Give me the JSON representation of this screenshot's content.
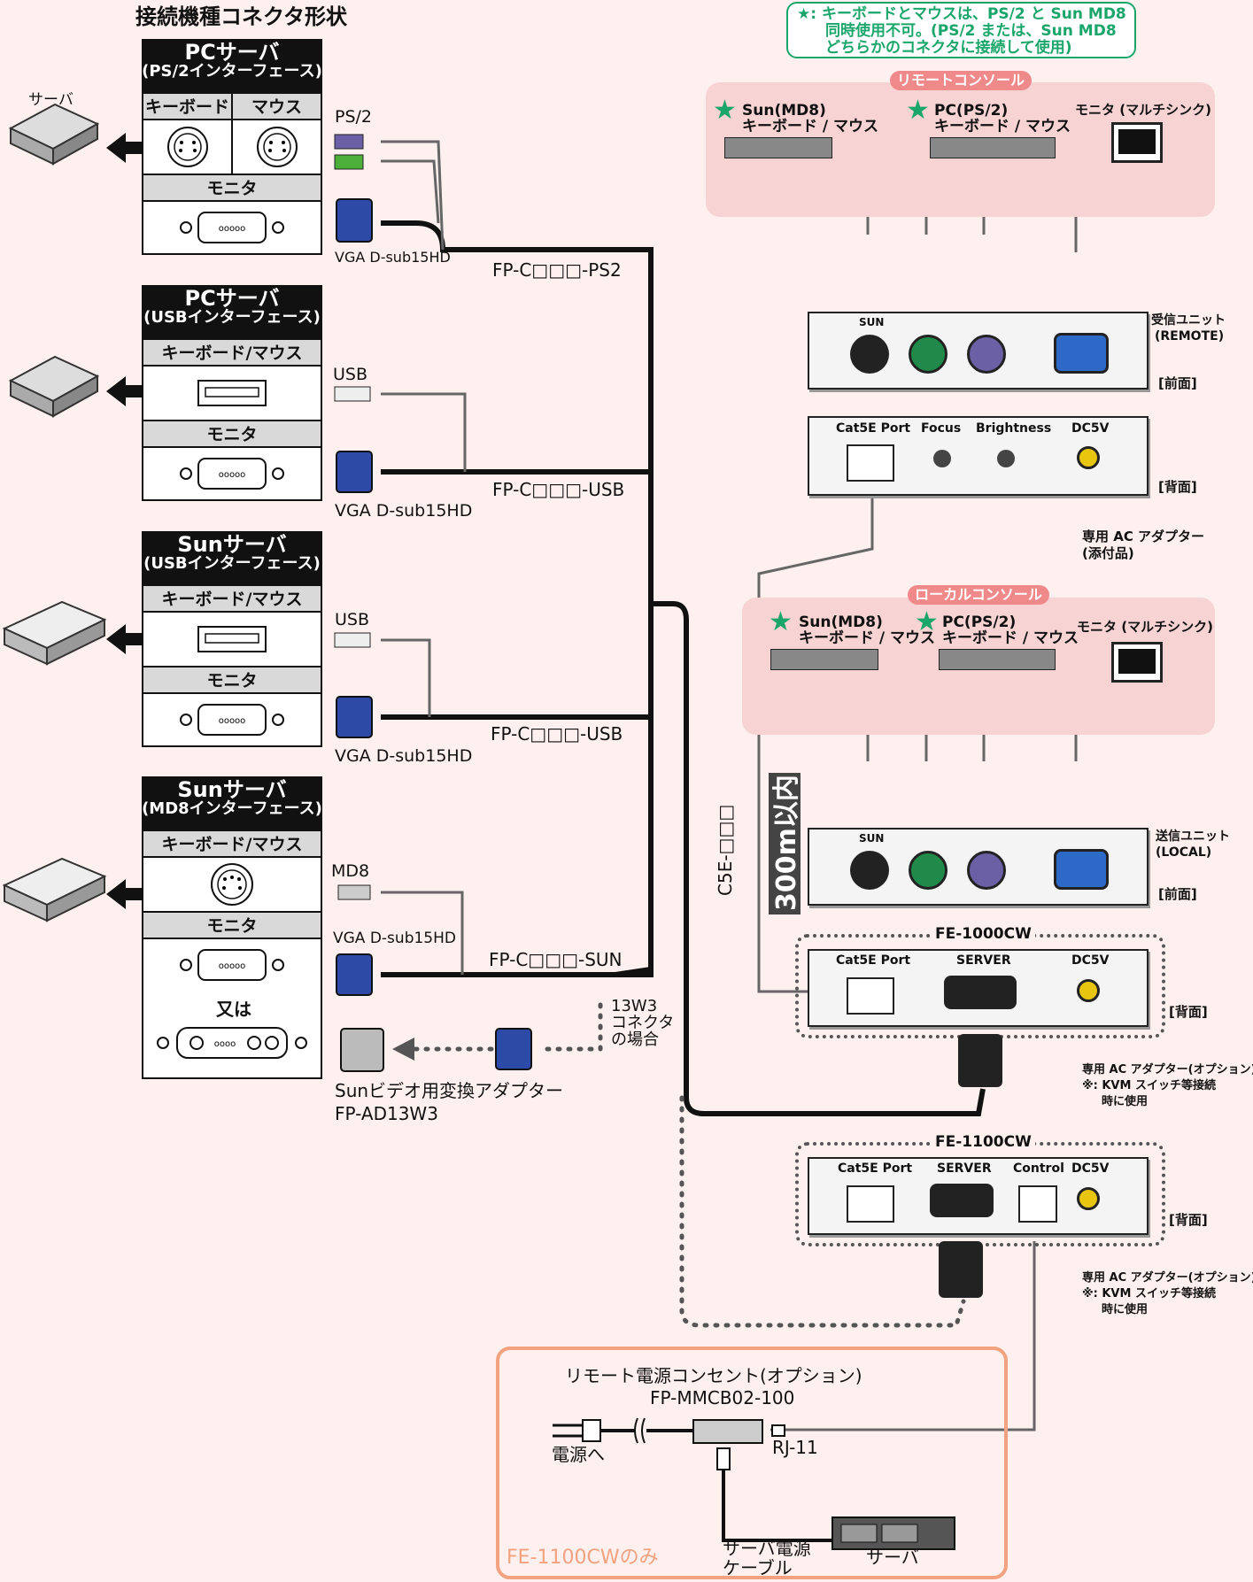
{
  "title": "接続機種コネクタ形状",
  "note": {
    "line1": "★: キーボードとマウスは、PS/2 と Sun MD8",
    "line2": "同時使用不可。(PS/2 または、Sun MD8",
    "line3": "どちらかのコネクタに接続して使用)"
  },
  "server_label": "サーバ",
  "panels": [
    {
      "title": "PCサーバ",
      "subtitle": "(PS/2インターフェース)",
      "kb": "キーボード",
      "mouse": "マウス",
      "monitor": "モニタ"
    },
    {
      "title": "PCサーバ",
      "subtitle": "(USBインターフェース)",
      "kbmouse": "キーボード/マウス",
      "monitor": "モニタ"
    },
    {
      "title": "Sunサーバ",
      "subtitle": "(USBインターフェース)",
      "kbmouse": "キーボード/マウス",
      "monitor": "モニタ"
    },
    {
      "title": "Sunサーバ",
      "subtitle": "(MD8インターフェース)",
      "kbmouse": "キーボード/マウス",
      "monitor": "モニタ",
      "or": "又は"
    }
  ],
  "connectors": {
    "ps2": "PS/2",
    "usb1": "USB",
    "usb2": "USB",
    "md8": "MD8",
    "vga1": "VGA D-sub15HD",
    "vga2": "VGA D-sub15HD",
    "vga3": "VGA D-sub15HD",
    "vga4": "VGA D-sub15HD"
  },
  "cables": {
    "ps2": "FP-C□□□-PS2",
    "usb1": "FP-C□□□-USB",
    "usb2": "FP-C□□□-USB",
    "sun": "FP-C□□□-SUN",
    "cat5": "C5E-□□□",
    "distance": "300m以内"
  },
  "w3": {
    "line1": "13W3",
    "line2": "コネクタ",
    "line3": "の場合"
  },
  "adapter": {
    "line1": "Sunビデオ用変換アダプター",
    "line2": "FP-AD13W3"
  },
  "remote": {
    "pill": "リモートコンソール",
    "sun_line1": "Sun(MD8)",
    "sun_line2": "キーボード / マウス",
    "pc_line1": "PC(PS/2)",
    "pc_line2": "キーボード / マウス",
    "monitor": "モニタ (マルチシンク)",
    "unit_line1": "受信ユニット",
    "unit_line2": "(REMOTE)",
    "front": "[前面]",
    "back": "[背面]",
    "sun_port": "SUN",
    "cat5": "Cat5E Port",
    "focus": "Focus",
    "brightness": "Brightness",
    "dc": "DC5V",
    "adapter_line1": "専用 AC アダプター",
    "adapter_line2": "(添付品)"
  },
  "local": {
    "pill": "ローカルコンソール",
    "sun_line1": "Sun(MD8)",
    "sun_line2": "キーボード / マウス",
    "pc_line1": "PC(PS/2)",
    "pc_line2": "キーボード / マウス",
    "monitor": "モニタ (マルチシンク)",
    "unit_line1": "送信ユニット",
    "unit_line2": "(LOCAL)",
    "front": "[前面]",
    "sun_port": "SUN"
  },
  "fe1000": {
    "model": "FE-1000CW",
    "cat5": "Cat5E Port",
    "server": "SERVER",
    "dc": "DC5V",
    "back": "[背面]",
    "adapter_line1": "専用 AC アダプター(オプション)",
    "adapter_line2": "※: KVM スイッチ等接続",
    "adapter_line3": "時に使用"
  },
  "fe1100": {
    "model": "FE-1100CW",
    "cat5": "Cat5E Port",
    "server": "SERVER",
    "control": "Control",
    "dc": "DC5V",
    "back": "[背面]",
    "adapter_line1": "専用 AC アダプター(オプション)",
    "adapter_line2": "※: KVM スイッチ等接続",
    "adapter_line3": "時に使用"
  },
  "power": {
    "title_line1": "リモート電源コンセント(オプション)",
    "title_line2": "FP-MMCB02-100",
    "to_power": "電源へ",
    "rj11": "RJ-11",
    "cable_line1": "サーバ電源",
    "cable_line2": "ケーブル",
    "server": "サーバ",
    "only": "FE-1100CWのみ"
  },
  "colors": {
    "background": "#fdf0ee",
    "pink": "#f7d3d3",
    "pill": "#f08a8a",
    "star": "#1aa66b",
    "note_border": "#1aa66b",
    "vga_blue": "#2d4aa6",
    "ps2_purple": "#6b5fa5",
    "ps2_green": "#4caf3a",
    "orange_box": "#f2a27f"
  }
}
